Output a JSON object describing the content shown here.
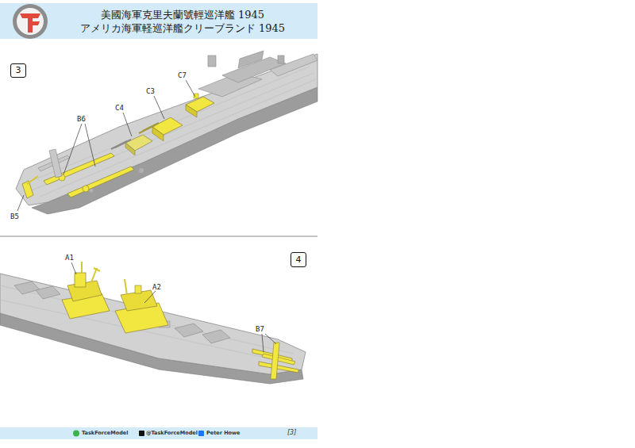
{
  "diagram": {
    "nodes": [
      {
        "text": [
          "美國海軍克里夫蘭號輕巡洋艦 1945",
          "アメリカ海軍軽巡洋艦クリーブランド 1945"
        ]
      },
      {
        "text": [
          "3"
        ]
      },
      {
        "text": [
          "4"
        ]
      },
      {
        "text": [
          "TaskForceModel",
          "@TaskForceModel",
          "Peter Howe",
          "[3]"
        ]
      }
    ],
    "edges": [],
    "labels": [
      "C7",
      "C3",
      "C4",
      "B6",
      "B5",
      "A1",
      "A2",
      "B7"
    ]
  }
}
